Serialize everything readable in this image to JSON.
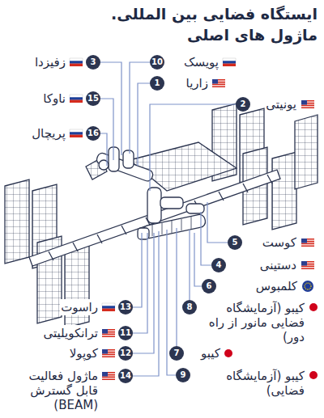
{
  "diagram": {
    "title": "ایستگاه فضایی بین المللی. ماژول های اصلی",
    "labels": [
      "3",
      "زفیزدا",
      "10",
      "پویسک",
      "1",
      "زاریا",
      "15",
      "ناوکا",
      "2",
      "یونیتی",
      "16",
      "پریچال",
      "5",
      "کوست",
      "4",
      "دستینی",
      "6",
      "کلمبوس",
      "13",
      "راسوت",
      "8",
      "کیبو (آزمایشگاه فضایی مانور از راه دور)",
      "11",
      "ترانکویلیتی",
      "7",
      "کیبو",
      "12",
      "کوپولا",
      "14",
      "ماژول فعالیت قابل گسترش (BEAM)",
      "9",
      "کیبو (آزمایشگاه فضایی)"
    ]
  }
}
